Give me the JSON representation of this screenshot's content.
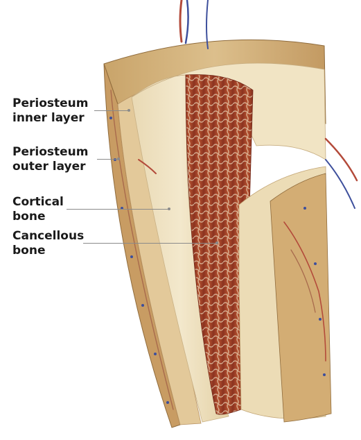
{
  "labels": [
    {
      "line1": "Periosteum",
      "line2": "inner layer"
    },
    {
      "line1": "Periosteum",
      "line2": "outer layer"
    },
    {
      "line1": "Cortical",
      "line2": "bone"
    },
    {
      "line1": "Cancellous",
      "line2": "bone"
    }
  ],
  "colors": {
    "periosteum_outer": "#d9b884",
    "periosteum_inner": "#e8d2a8",
    "cortical": "#efe2c2",
    "cancellous": "#a8452b",
    "marrow_dark": "#7a2a18",
    "vessel_red": "#b34a3a",
    "vessel_blue": "#3d4f9c",
    "text": "#1a1a1a",
    "leader": "#8a8a8a"
  }
}
